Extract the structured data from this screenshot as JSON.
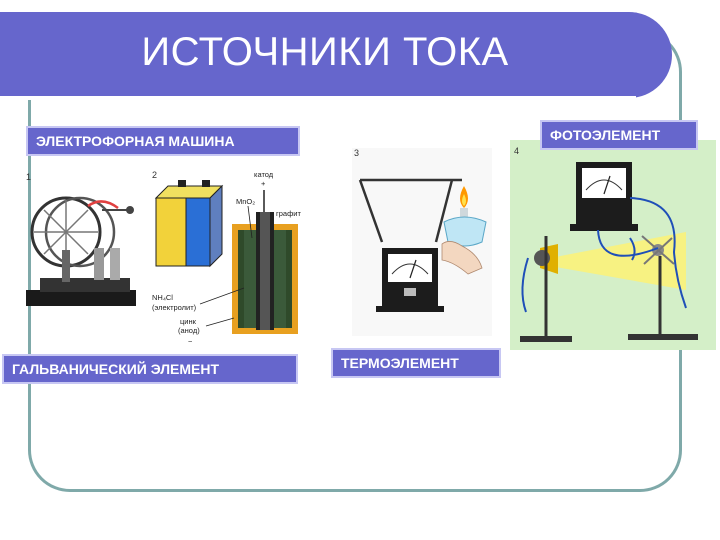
{
  "slide": {
    "title": "ИСТОЧНИКИ ТОКА",
    "colors": {
      "accent": "#6666cc",
      "frame": "#7fa9a9",
      "label_border": "#c7c7f3"
    }
  },
  "labels": {
    "electrophore": "ЭЛЕКТРОФОРНАЯ МАШИНА",
    "galvanic": "ГАЛЬВАНИЧЕСКИЙ  ЭЛЕМЕНТ",
    "thermo": "ТЕРМОЭЛЕМЕНТ",
    "photo": "ФОТОЭЛЕМЕНТ"
  },
  "figures": {
    "num1": "1",
    "num2": "2",
    "num3": "3",
    "num4": "4",
    "galvanic_annotations": {
      "cathode": "катод",
      "plus": "+",
      "mno2": "MnO₂",
      "graphite": "графит",
      "nh4cl": "NH₄Cl",
      "electrolyte": "(электролит)",
      "zinc": "цинк",
      "anode": "(анод)",
      "minus": "−"
    }
  }
}
